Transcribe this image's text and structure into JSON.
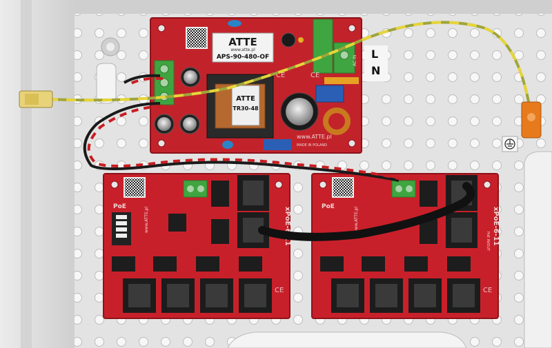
{
  "psu": {
    "brand": "ATTE",
    "website": "www.atte.pl",
    "model": "APS-90-480-OF",
    "transformer_brand": "ATTE",
    "transformer_model": "TR30-48",
    "url_print": "www.ATTE.pl",
    "origin": "MADE IN POLAND",
    "ac_label": "AC IN"
  },
  "mains_labels": {
    "line": "L",
    "neutral": "N"
  },
  "switches": [
    {
      "brand_print": "PoE",
      "model_print": "xPoE-6-11",
      "url_print": "www.ATTE.pl"
    },
    {
      "brand_print": "PoE",
      "model_print": "xPoE-6-11",
      "url_print": "www.ATTE.pl",
      "port_label": "PoE IN/OUT"
    }
  ],
  "colors": {
    "pcb_red": "#c8202a",
    "pcb_dark": "#8e1219",
    "enclosure": "#e2e2e2",
    "earth_wire": "#b9b237",
    "terminal_green": "#3fa540"
  }
}
